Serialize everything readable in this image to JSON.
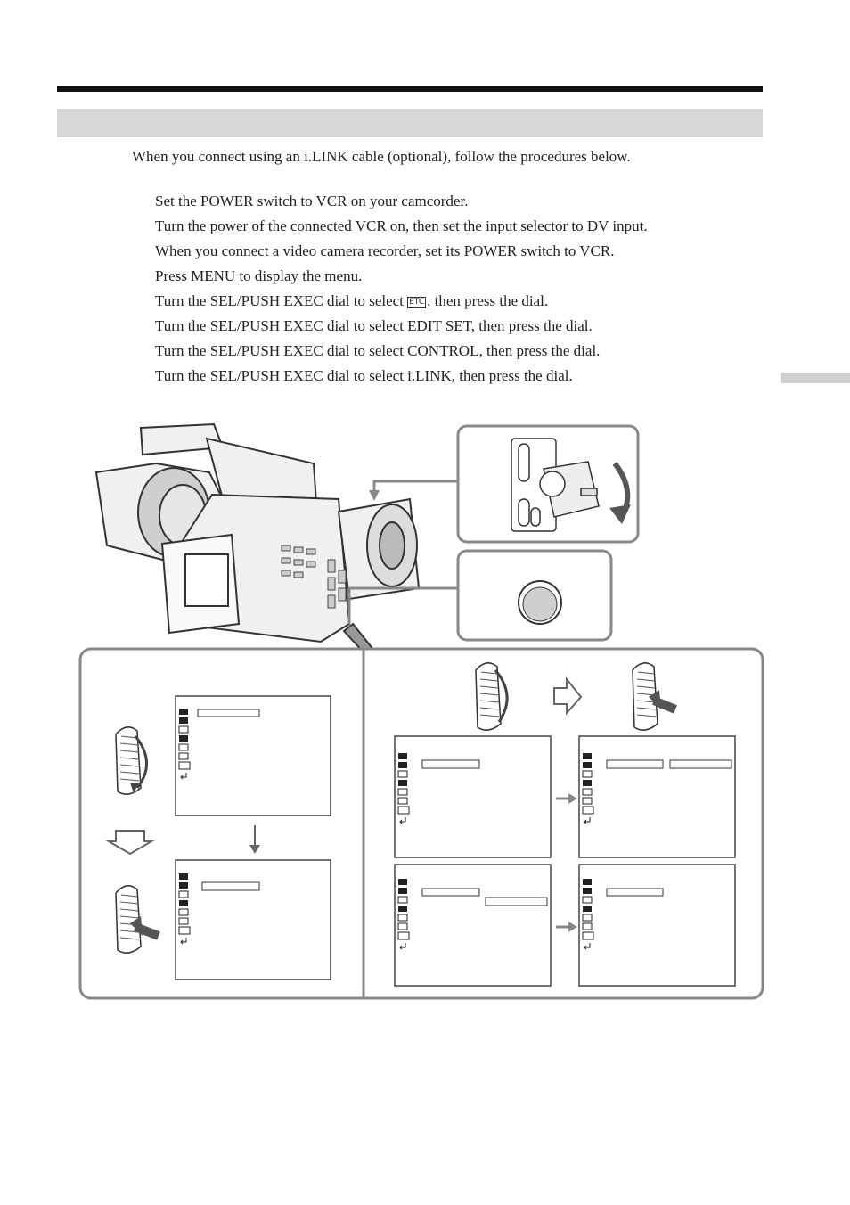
{
  "intro": "When you connect using an i.LINK cable (optional), follow the procedures below.",
  "steps": [
    "Set the POWER switch to VCR on your camcorder.",
    "Turn the power of the connected VCR on, then set the input selector to DV input.",
    "When you connect a video camera recorder, set its POWER switch to VCR.",
    "Press MENU to display the menu.",
    "Turn the SEL/PUSH EXEC dial to select",
    "Turn the SEL/PUSH EXEC dial to select EDIT SET, then press the dial.",
    "Turn the SEL/PUSH EXEC dial to select CONTROL, then press the dial.",
    "Turn the SEL/PUSH EXEC dial to select i.LINK, then press the dial."
  ],
  "step5_suffix": ", then press the dial.",
  "etc_icon_label": "ETC",
  "colors": {
    "rule": "#111111",
    "band": "#d8d8d8",
    "outline": "#555555",
    "arrow": "#888888"
  }
}
